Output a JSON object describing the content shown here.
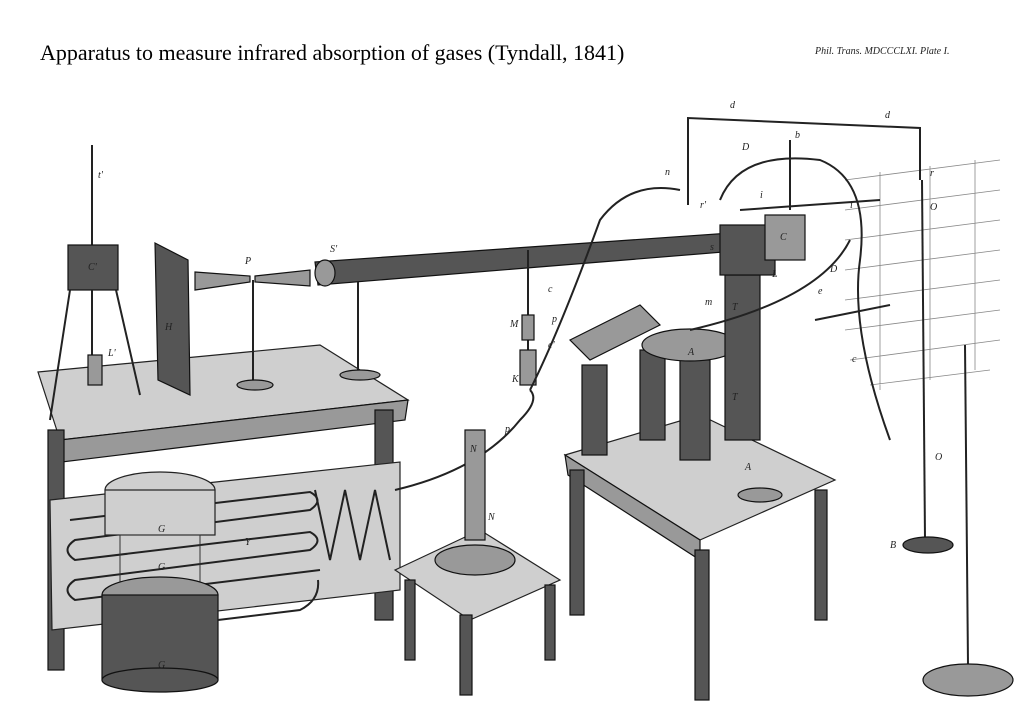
{
  "caption": "Apparatus to measure infrared absorption of gases (Tyndall, 1841)",
  "plate_reference": "Phil. Trans. MDCCCLXI. Plate I.",
  "labels": {
    "t1": "t'",
    "c1": "C'",
    "l1": "L'",
    "h": "H",
    "p": "P",
    "s1": "S'",
    "c_top": "c",
    "m": "M",
    "c2": "c'",
    "k": "K",
    "p_tube": "p",
    "p_tube2": "p",
    "n_gal": "N",
    "n_gal2": "N",
    "g": "G",
    "g2": "G",
    "g3": "G",
    "y": "Y",
    "a": "A",
    "a2": "A",
    "t": "T",
    "t2": "T",
    "d": "d",
    "d2": "d",
    "D": "D",
    "D2": "D",
    "b": "b",
    "i": "i",
    "i2": "i",
    "n": "n",
    "r1": "r'",
    "r": "r",
    "s": "s",
    "m_small": "m",
    "e": "e",
    "c_pipe": "c",
    "o": "O",
    "o2": "O",
    "B": "B",
    "C": "C",
    "L": "L"
  }
}
